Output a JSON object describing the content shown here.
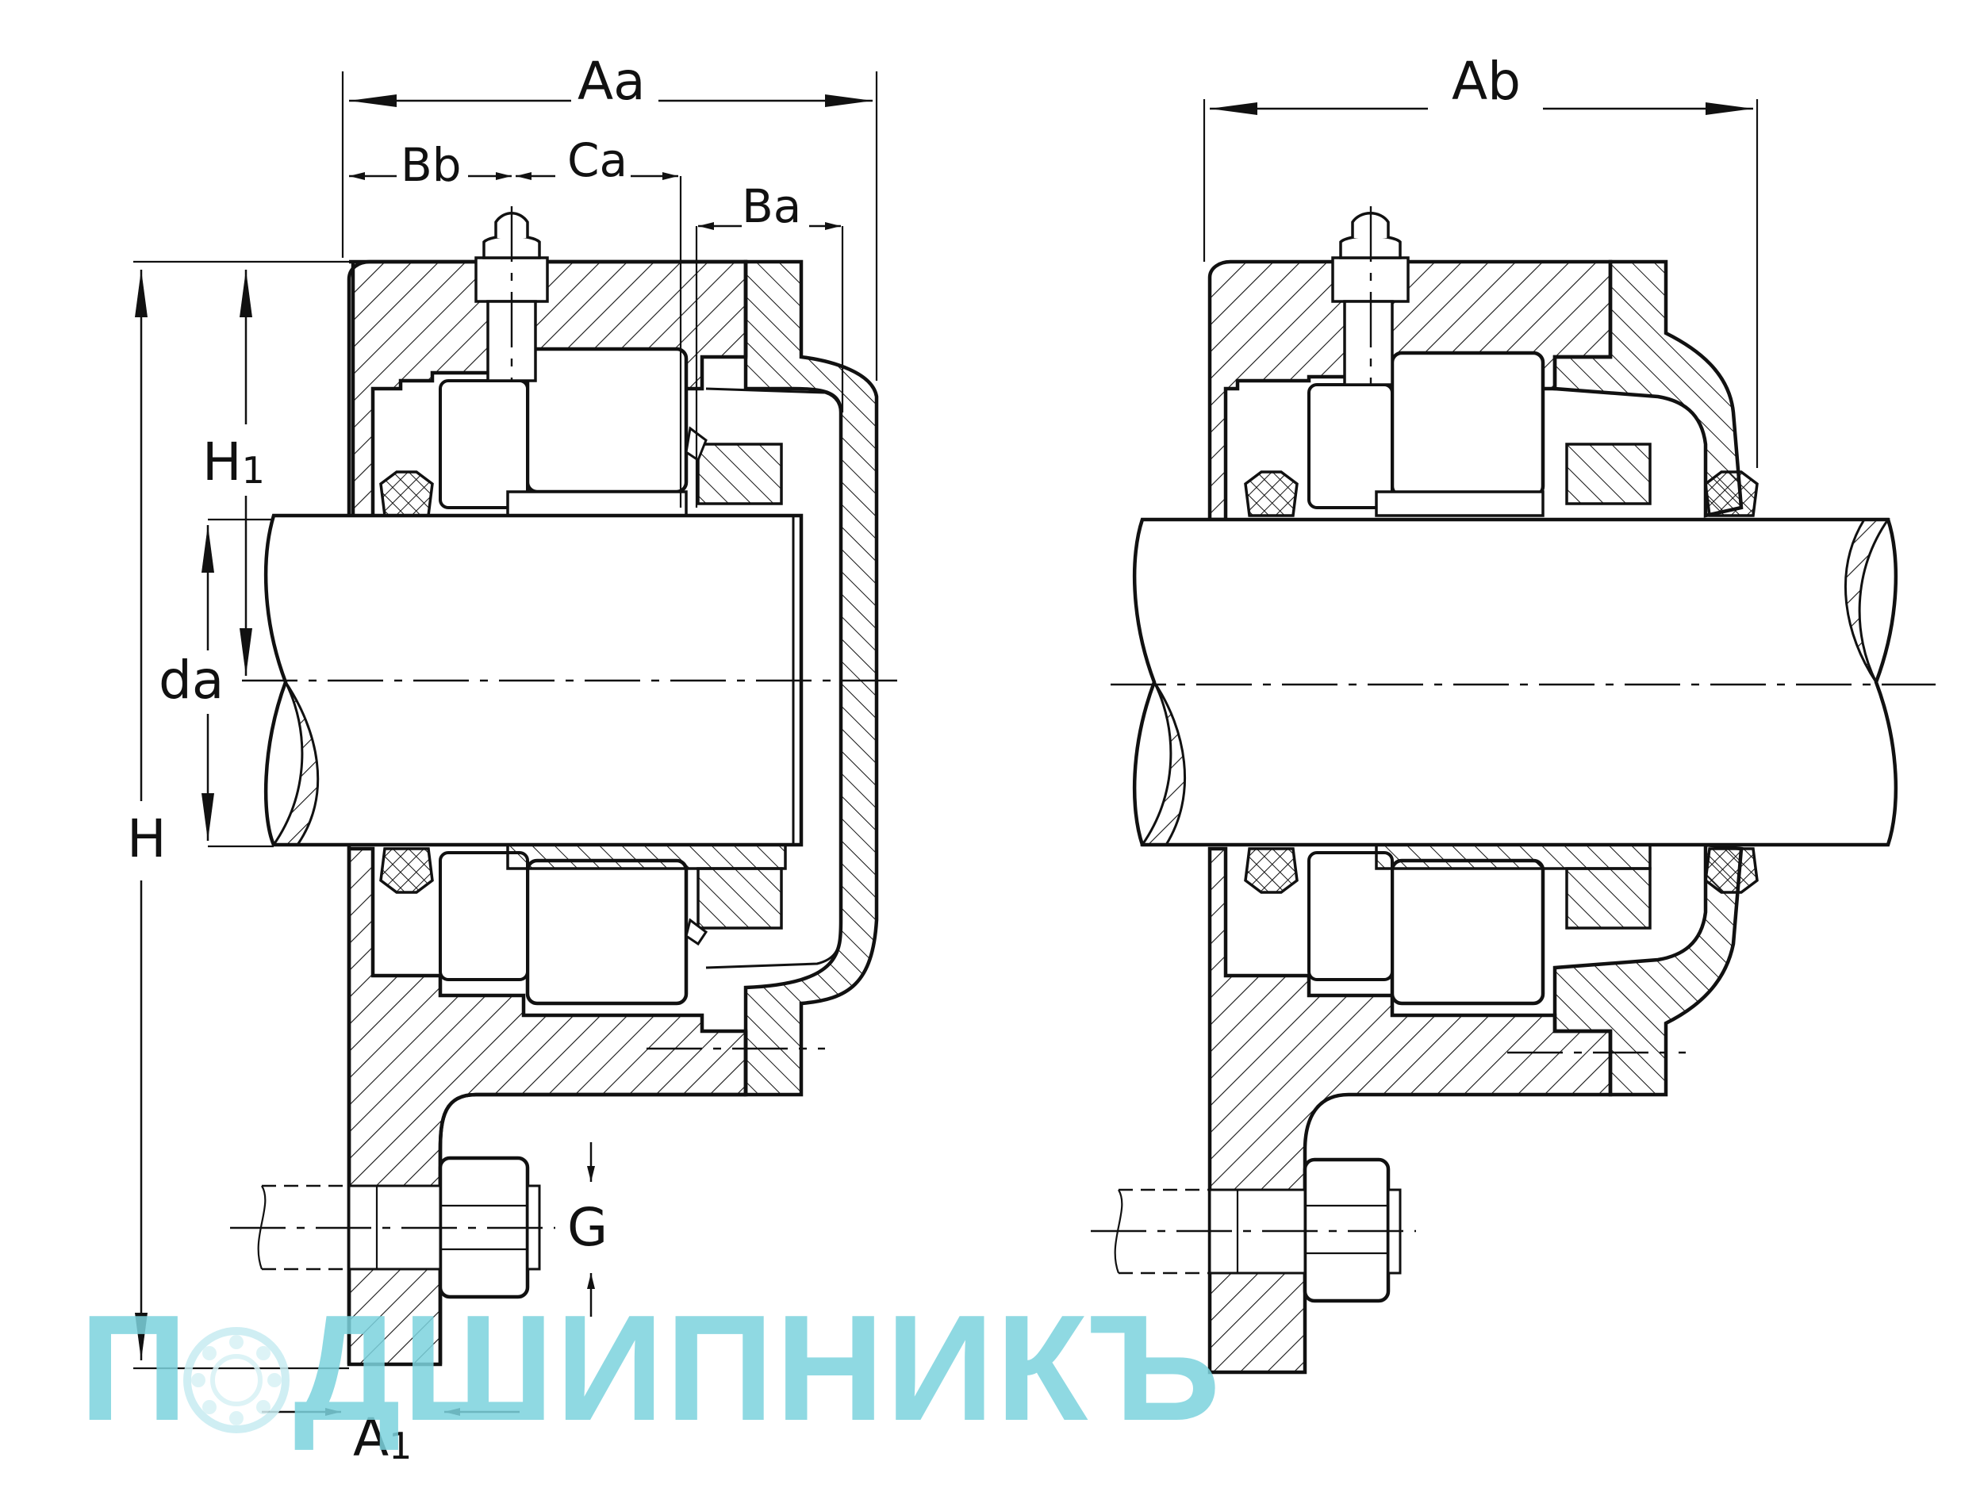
{
  "diagram": {
    "labels": {
      "Aa": "Aa",
      "Bb": "Bb",
      "Ca": "Ca",
      "Ba": "Ba",
      "H1_main": "H",
      "H1_sub": "1",
      "da": "da",
      "H": "H",
      "G": "G",
      "A1_main": "A",
      "A1_sub": "1",
      "Ab": "Ab"
    },
    "watermark": {
      "text_left": "П",
      "text_right": "ДШИПНИКЪ",
      "color": "#7cd3de"
    },
    "colors": {
      "line": "#111111",
      "background": "#ffffff"
    }
  }
}
